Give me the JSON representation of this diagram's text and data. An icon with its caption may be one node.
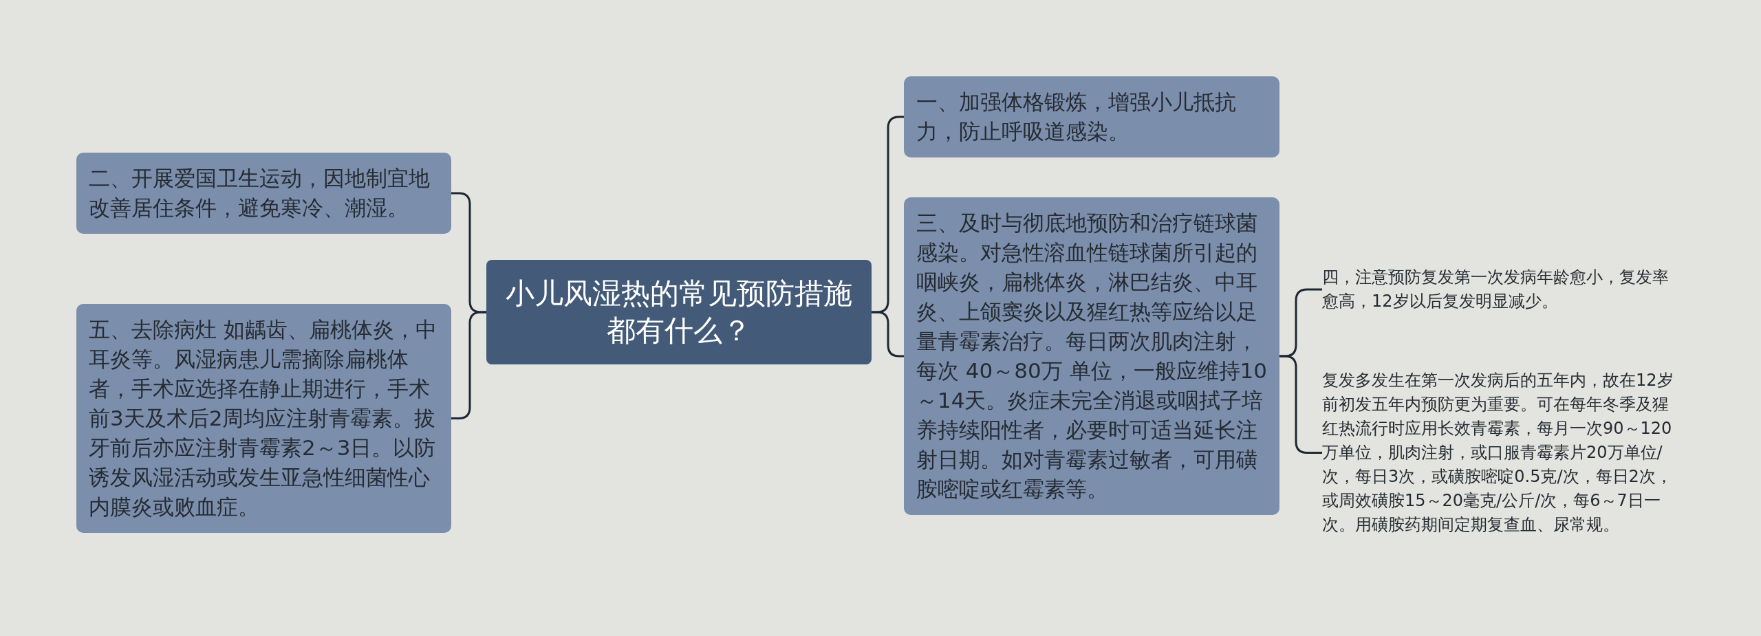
{
  "diagram": {
    "nodes": [
      {
        "text": [
          "小儿风湿热的常见预防措施都有什么？"
        ]
      },
      {
        "text": [
          "二、开展爱国卫生运动，因地制宜地改善居住条件，避免寒冷、潮湿。"
        ]
      },
      {
        "text": [
          "五、去除病灶 如龋齿、扁桃体炎，中耳炎等。风湿病患儿需摘除扁桃体者，手术应选择在静止期进行，手术前3天及术后2周均应注射青霉素。拔牙前后亦应注射青霉素2～3日。以防诱发风湿活动或发生亚急性细菌性心内膜炎或败血症。"
        ]
      },
      {
        "text": [
          "一、加强体格锻炼，增强小儿抵抗力，防止呼吸道感染。"
        ]
      },
      {
        "text": [
          "三、及时与彻底地预防和治疗链球菌感染。对急性溶血性链球菌所引起的咽峡炎，扁桃体炎，淋巴结炎、中耳炎、上颌窦炎以及猩红热等应给以足量青霉素治疗。每日两次肌肉注射，每次 40～80万 单位，一般应维持10～14天。炎症未完全消退或咽拭子培养持续阳性者，必要时可适当延长注射日期。如对青霉素过敏者，可用磺胺嘧啶或红霉素等。"
        ]
      },
      {
        "text": [
          "四，注意预防复发第一次发病年龄愈小，复发率愈高，12岁以后复发明显减少。"
        ]
      },
      {
        "text": [
          "复发多发生在第一次发病后的五年内，故在12岁前初发五年内预防更为重要。可在每年冬季及猩红热流行时应用长效青霉素，每月一次90～120万单位，肌肉注射，或口服青霉素片20万单位/次，每日3次，或磺胺嘧啶0.5克/次，每日2次，或周效磺胺15～20毫克/公斤/次，每6～7日一次。用磺胺药期间定期复查血、尿常规。"
        ]
      }
    ],
    "edges": [
      {
        "from": 0,
        "to": 1,
        "arrow": "none"
      },
      {
        "from": 0,
        "to": 2,
        "arrow": "none"
      },
      {
        "from": 0,
        "to": 3,
        "arrow": "none"
      },
      {
        "from": 0,
        "to": 4,
        "arrow": "none"
      },
      {
        "from": 4,
        "to": 5,
        "arrow": "none"
      },
      {
        "from": 4,
        "to": 6,
        "arrow": "none"
      }
    ]
  }
}
